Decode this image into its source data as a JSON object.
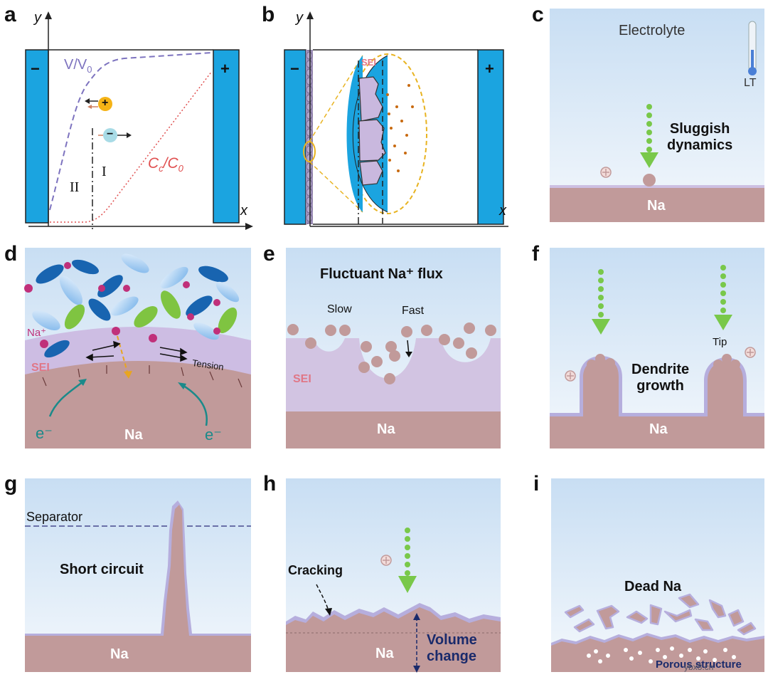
{
  "panels": {
    "a": {
      "label": "a",
      "y_axis": "y",
      "x_axis": "x",
      "minus": "−",
      "plus": "+",
      "curve1": "V/V",
      "curve1_sub": "0",
      "curve2_c": "C",
      "curve2_sub": "c",
      "curve2_mid": "/C",
      "curve2_sub2": "0",
      "region_ii": "II",
      "region_i": "I",
      "cation": "+",
      "anion": "−"
    },
    "b": {
      "label": "b",
      "y_axis": "y",
      "x_axis": "x",
      "minus": "−",
      "plus": "+",
      "sei": "SEI"
    },
    "c": {
      "label": "c",
      "electrolyte": "Electrolyte",
      "lt": "LT",
      "text": "Sluggish\ndynamics",
      "na": "Na"
    },
    "d": {
      "label": "d",
      "na_ion": "Na⁺",
      "sei": "SEI",
      "tension": "Tension",
      "e_left": "e⁻",
      "e_right": "e⁻",
      "na": "Na"
    },
    "e": {
      "label": "e",
      "title": "Fluctuant Na⁺ flux",
      "slow": "Slow",
      "fast": "Fast",
      "sei": "SEI",
      "na": "Na"
    },
    "f": {
      "label": "f",
      "tip": "Tip",
      "text": "Dendrite\ngrowth",
      "na": "Na"
    },
    "g": {
      "label": "g",
      "separator": "Separator",
      "text": "Short circuit",
      "na": "Na"
    },
    "h": {
      "label": "h",
      "cracking": "Cracking",
      "volume": "Volume\nchange",
      "na": "Na"
    },
    "i": {
      "label": "i",
      "text": "Dead Na",
      "porous": "Porous structure"
    }
  },
  "watermark": "ybx8.cn",
  "colors": {
    "electrode": "#1ba4e0",
    "sodium": "#c19a9a",
    "sei": "#d2c4e2",
    "green_flux": "#79c84a",
    "electrolyte_top": "#cfe4f5",
    "v_curve": "#7d73bf",
    "c_curve": "#e05050"
  }
}
